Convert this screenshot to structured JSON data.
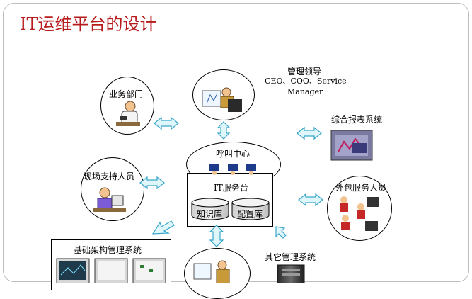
{
  "title": "IT运维平台的设计",
  "nodes": {
    "business_dept": "业务部门",
    "mgmt_leaders": "管理领导",
    "mgmt_roles_line1": "CEO、COO、Service",
    "mgmt_roles_line2": "Manager",
    "call_center": "呼叫中心",
    "it_service_desk": "IT服务台",
    "knowledge_base": "知识库",
    "config_base": "配置库",
    "field_support": "现场支持人员",
    "report_system": "综合报表系统",
    "outsource_staff": "外包服务人员",
    "infra_mgmt": "基础架构管理系统",
    "other_mgmt": "其它管理系统"
  },
  "colors": {
    "title": "#b71c1c",
    "arrow_fill": "#dff6fb",
    "arrow_stroke": "#3aa6c9",
    "database_fill": "#e3e3e3"
  }
}
